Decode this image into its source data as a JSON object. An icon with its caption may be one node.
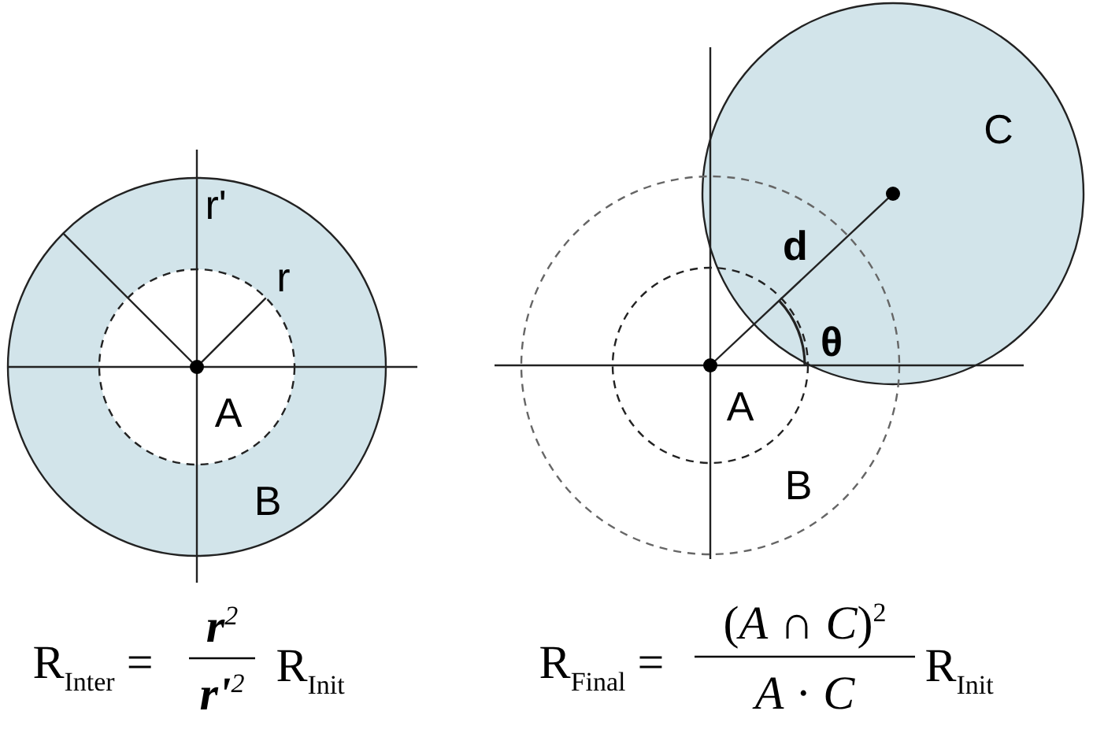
{
  "diagram": {
    "labels": [
      "r'",
      "r",
      "A",
      "B",
      "d",
      "θ",
      "A",
      "B",
      "C",
      "R$_{Inter}$ =",
      "**r**$^{2}$",
      "**r'**$^{2}$",
      "R$_{Init}$",
      "R$_{Final}$ =",
      "(*A* ∩ *C*)$^{2}$",
      "*A* · *C*",
      "R$_{Init}$"
    ]
  }
}
